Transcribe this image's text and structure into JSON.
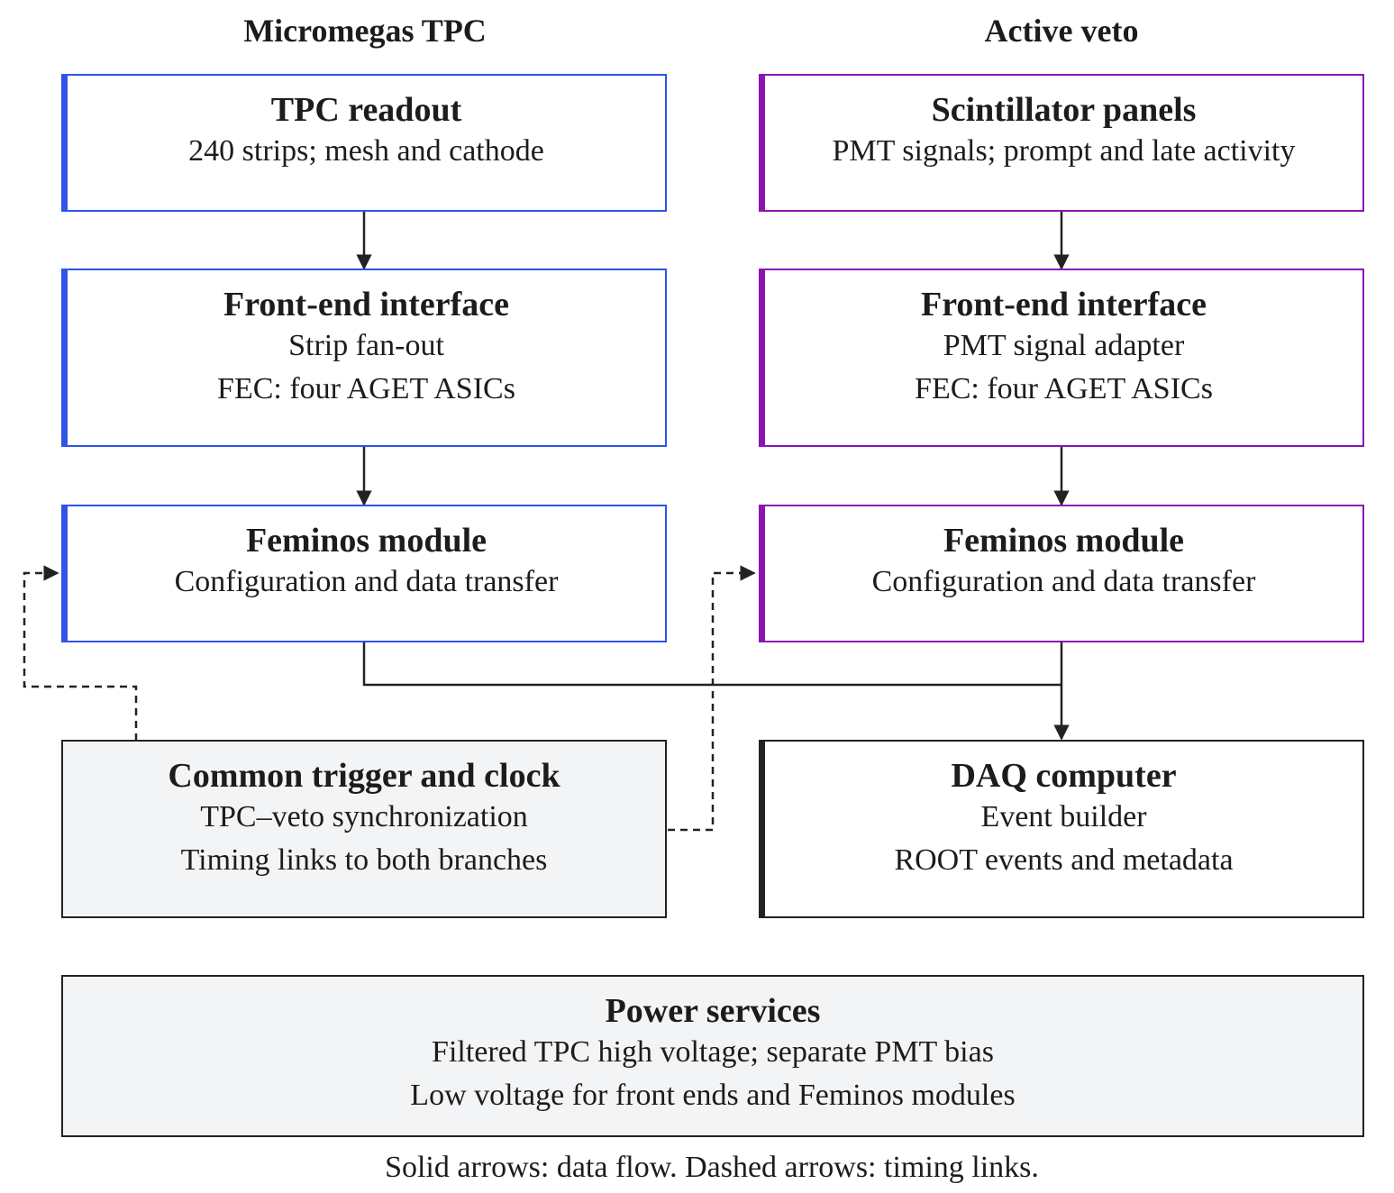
{
  "columns": {
    "left": "Micromegas TPC",
    "right": "Active veto"
  },
  "boxes": {
    "tpc_readout": {
      "title": "TPC readout",
      "lines": [
        "240 strips; mesh and cathode"
      ]
    },
    "tpc_frontend": {
      "title": "Front-end interface",
      "lines": [
        "Strip fan-out",
        "FEC: four AGET ASICs"
      ]
    },
    "tpc_feminos": {
      "title": "Feminos module",
      "lines": [
        "Configuration and data transfer"
      ]
    },
    "veto_panels": {
      "title": "Scintillator panels",
      "lines": [
        "PMT signals; prompt and late activity"
      ]
    },
    "veto_frontend": {
      "title": "Front-end interface",
      "lines": [
        "PMT signal adapter",
        "FEC: four AGET ASICs"
      ]
    },
    "veto_feminos": {
      "title": "Feminos module",
      "lines": [
        "Configuration and data transfer"
      ]
    },
    "trigger": {
      "title": "Common trigger and clock",
      "lines": [
        "TPC–veto synchronization",
        "Timing links to both branches"
      ]
    },
    "daq": {
      "title": "DAQ computer",
      "lines": [
        "Event builder",
        "ROOT events and metadata"
      ]
    },
    "power": {
      "title": "Power services",
      "lines": [
        "Filtered TPC high voltage; separate PMT bias",
        "Low voltage for front ends and Feminos modules"
      ]
    }
  },
  "caption": "Solid arrows: data flow. Dashed arrows: timing links.",
  "colors": {
    "tpc_branch": "#2f54e6",
    "veto_branch": "#8a15b3",
    "shared": "#222222",
    "grey_fill": "#f3f4f6"
  }
}
